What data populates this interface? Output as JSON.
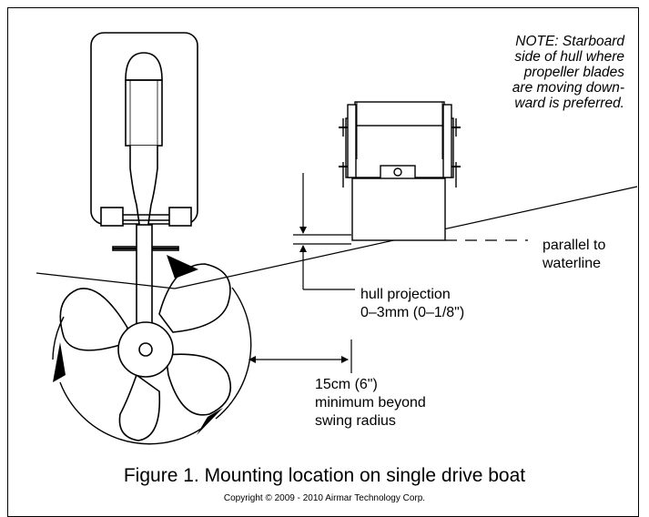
{
  "note": {
    "lines": [
      "NOTE: Starboard",
      "side of hull where",
      "propeller blades",
      "are moving down-",
      "ward is preferred."
    ]
  },
  "labels": {
    "parallel": [
      "parallel to",
      "waterline"
    ],
    "hull_projection": [
      "hull projection",
      "0–3mm (0–1/8\")"
    ],
    "distance": [
      "15cm (6\")",
      "minimum beyond",
      "swing radius"
    ]
  },
  "caption": "Figure 1. Mounting location on single drive boat",
  "copyright": "Copyright © 2009 - 2010 Airmar Technology Corp."
}
